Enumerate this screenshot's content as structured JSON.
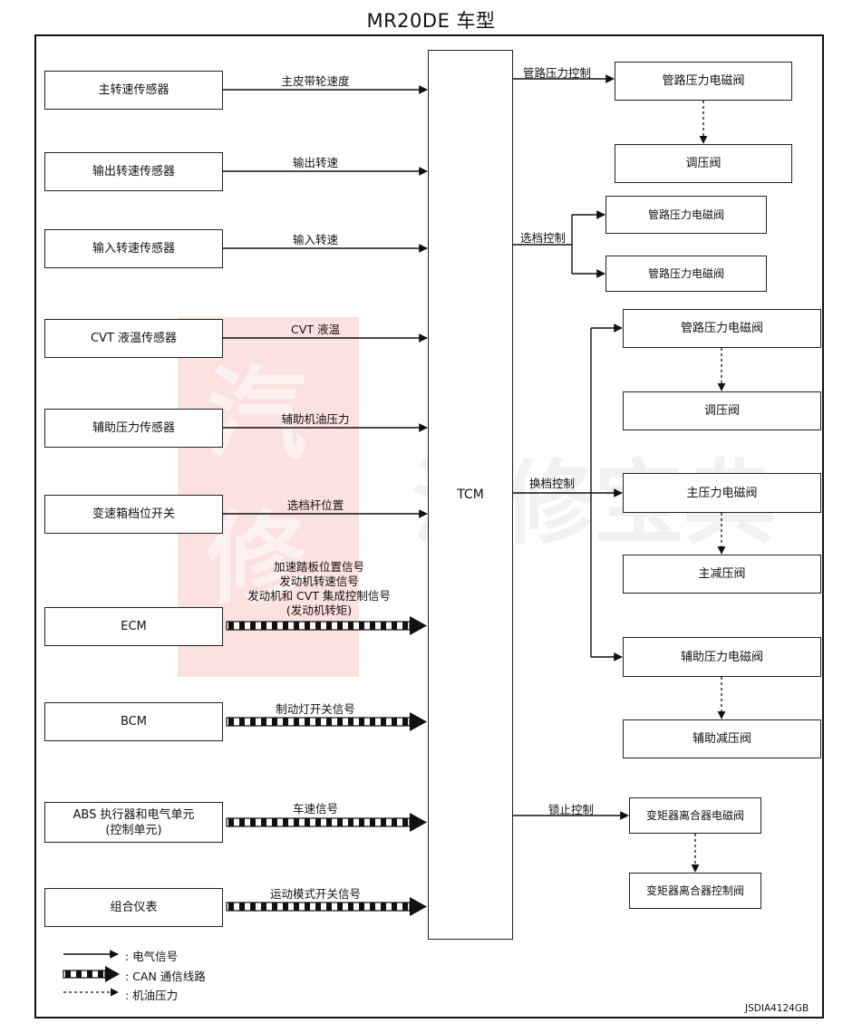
{
  "title": "MR20DE 车型",
  "tcm": "TCM",
  "inputs": [
    {
      "label": "主转速传感器",
      "signal": "主皮带轮速度"
    },
    {
      "label": "输出转速传感器",
      "signal": "输出转速"
    },
    {
      "label": "输入转速传感器",
      "signal": "输入转速"
    },
    {
      "label": "CVT 液温传感器",
      "signal": "CVT 液温"
    },
    {
      "label": "辅助压力传感器",
      "signal": "辅助机油压力"
    },
    {
      "label": "变速箱档位开关",
      "signal": "选档杆位置"
    },
    {
      "label": "ECM",
      "signal": "加速踏板位置信号\n发动机转速信号\n发动机和 CVT 集成控制信号\n(发动机转矩)"
    },
    {
      "label": "BCM",
      "signal": "制动灯开关信号"
    },
    {
      "label": "ABS 执行器和电气单元\n(控制单元)",
      "signal": "车速信号"
    },
    {
      "label": "组合仪表",
      "signal": "运动模式开关信号"
    }
  ],
  "outputs": {
    "line_pressure_label": "管路压力控制",
    "line_pressure_solenoid": "管路压力电磁阀",
    "pressure_regulator": "调压阀",
    "select_label": "选档控制",
    "select_solenoid_1": "管路压力电磁阀",
    "select_solenoid_2": "管路压力电磁阀",
    "shift_label": "换档控制",
    "shift_line_solenoid": "管路压力电磁阀",
    "shift_regulator": "调压阀",
    "primary_solenoid": "主压力电磁阀",
    "primary_reducer": "主减压阀",
    "secondary_solenoid": "辅助压力电磁阀",
    "secondary_reducer": "辅助减压阀",
    "lockup_label": "锁止控制",
    "tc_clutch_solenoid": "变矩器离合器电磁阀",
    "tc_clutch_valve": "变矩器离合器控制阀"
  },
  "legend": {
    "electric": ": 电气信号",
    "can": ": CAN 通信线路",
    "oil": ": 机油压力"
  },
  "code": "JSDIA4124GB"
}
